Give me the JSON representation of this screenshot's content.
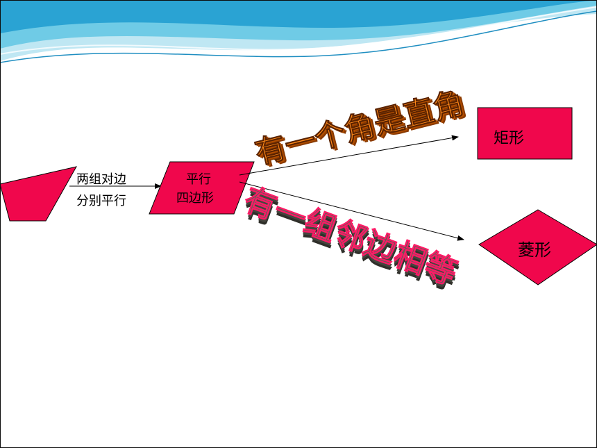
{
  "colors": {
    "shape_fill": "#f0074c",
    "arrow": "#000000",
    "wave_light": "#bfe7f3",
    "wave_mid": "#6fcbe6",
    "wave_dark": "#1f8ec1",
    "art_orange_front": "#ff8a1a",
    "art_orange_side": "#8a3a00",
    "art_gray_front": "#5f5f55",
    "art_gray_outline": "#ff1a66"
  },
  "shapes": {
    "quadrilateral": {
      "label": ""
    },
    "parallelogram": {
      "label_line1": "平行",
      "label_line2": "四边形"
    },
    "rectangle": {
      "label": "矩形"
    },
    "rhombus": {
      "label": "菱形"
    }
  },
  "conditions": {
    "two_pairs_parallel": {
      "line1": "两组对边",
      "line2": "分别平行"
    },
    "right_angle": "有一个角是直角",
    "adjacent_sides_equal": "有一组邻边相等"
  }
}
